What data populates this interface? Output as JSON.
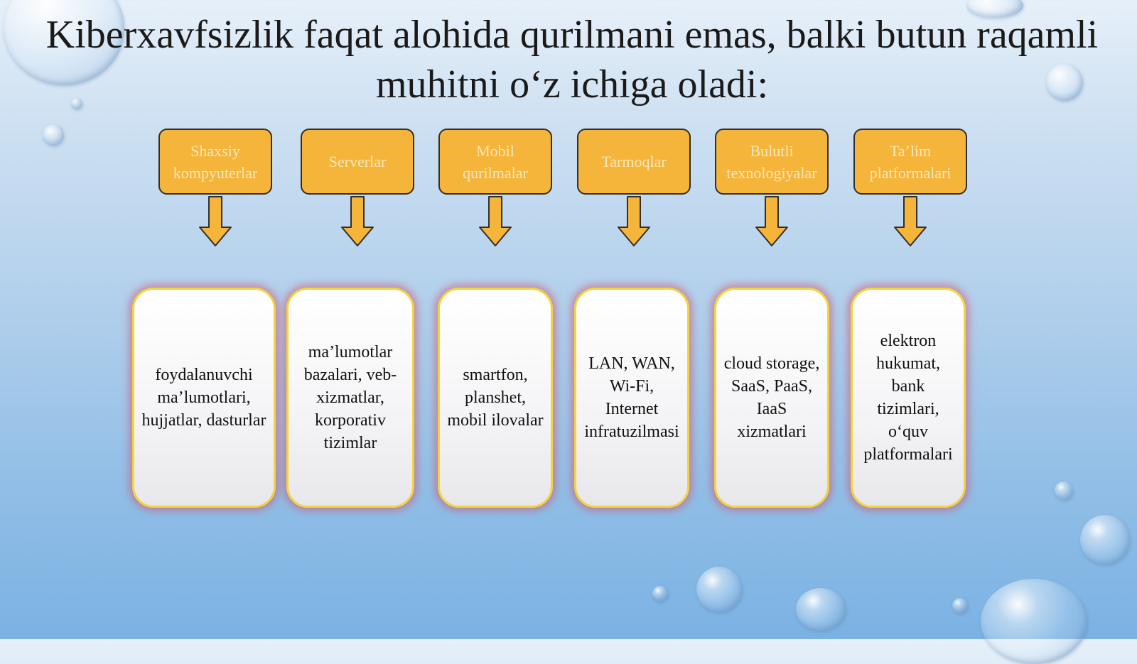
{
  "slide": {
    "title": "Kiberxavfsizlik faqat alohida qurilmani emas, balki butun raqamli muhitni o‘z ichiga oladi:"
  },
  "categories": [
    {
      "label": "Shaxsiy kompyuterlar",
      "description": "foydalanuvchi ma’lumotlari, hujjatlar, dasturlar"
    },
    {
      "label": "Serverlar",
      "description": "ma’lumotlar bazalari, veb-xizmatlar, korporativ tizimlar"
    },
    {
      "label": "Mobil qurilmalar",
      "description": "smartfon, planshet, mobil ilovalar"
    },
    {
      "label": "Tarmoqlar",
      "description": "LAN, WAN, Wi-Fi, Internet infratuzilmasi"
    },
    {
      "label": "Bulutli texnologiyalar",
      "description": "cloud storage, SaaS, PaaS, IaaS xizmatlari"
    },
    {
      "label": "Ta’lim platformalari",
      "description": "elektron hukumat, bank tizimlari, o‘quv platformalari"
    }
  ],
  "colors": {
    "header_fill": "#f5b53a",
    "header_text": "#fde7b8",
    "card_border": "#f4d33b",
    "card_glow": "#cd5a78",
    "arrow_fill": "#f5b53a"
  }
}
